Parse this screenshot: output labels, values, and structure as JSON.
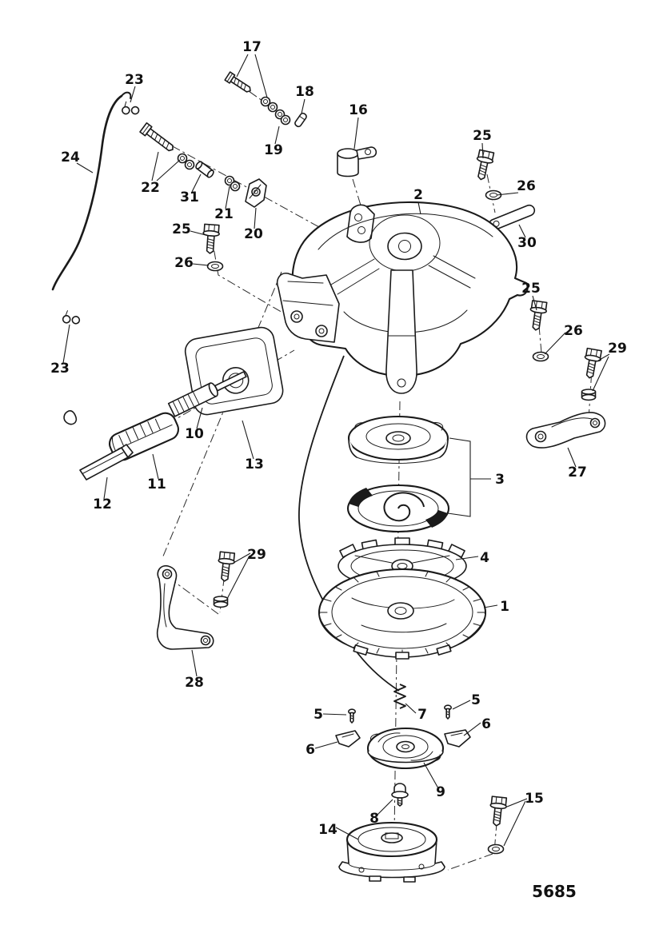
{
  "figure": {
    "number": "5685"
  },
  "callouts": {
    "c1": "1",
    "c2": "2",
    "c3": "3",
    "c4": "4",
    "c5_left": "5",
    "c5_right": "5",
    "c6_left": "6",
    "c6_right": "6",
    "c7": "7",
    "c8": "8",
    "c9": "9",
    "c10": "10",
    "c11": "11",
    "c12": "12",
    "c13": "13",
    "c14": "14",
    "c15": "15",
    "c16": "16",
    "c17": "17",
    "c18": "18",
    "c19": "19",
    "c20": "20",
    "c21": "21",
    "c22": "22",
    "c23_top": "23",
    "c23_bottom": "23",
    "c24": "24",
    "c25_top_right": "25",
    "c25_left": "25",
    "c25_mid_right": "25",
    "c26_top_right": "26",
    "c26_left": "26",
    "c26_mid_right": "26",
    "c27": "27",
    "c28": "28",
    "c29_right": "29",
    "c29_left": "29",
    "c30": "30",
    "c31": "31"
  }
}
